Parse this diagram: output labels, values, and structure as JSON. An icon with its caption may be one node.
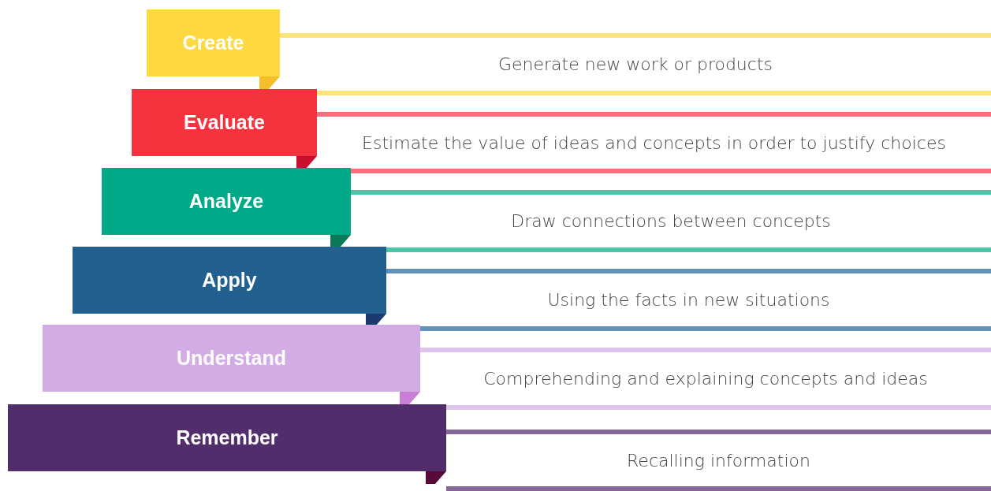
{
  "diagram": {
    "nodes": [
      {
        "text": [
          "Create"
        ]
      },
      {
        "text": [
          "Generate new work or products"
        ]
      },
      {
        "text": [
          "Evaluate"
        ]
      },
      {
        "text": [
          "Estimate the value of ideas and concepts in order to justify choices"
        ]
      },
      {
        "text": [
          "Analyze"
        ]
      },
      {
        "text": [
          "Draw connections between concepts"
        ]
      },
      {
        "text": [
          "Apply"
        ]
      },
      {
        "text": [
          "Using the facts in new situations"
        ]
      },
      {
        "text": [
          "Understand"
        ]
      },
      {
        "text": [
          "Comprehending and explaining concepts and ideas"
        ]
      },
      {
        "text": [
          "Remember"
        ]
      },
      {
        "text": [
          "Recalling information"
        ]
      }
    ],
    "edges": []
  }
}
